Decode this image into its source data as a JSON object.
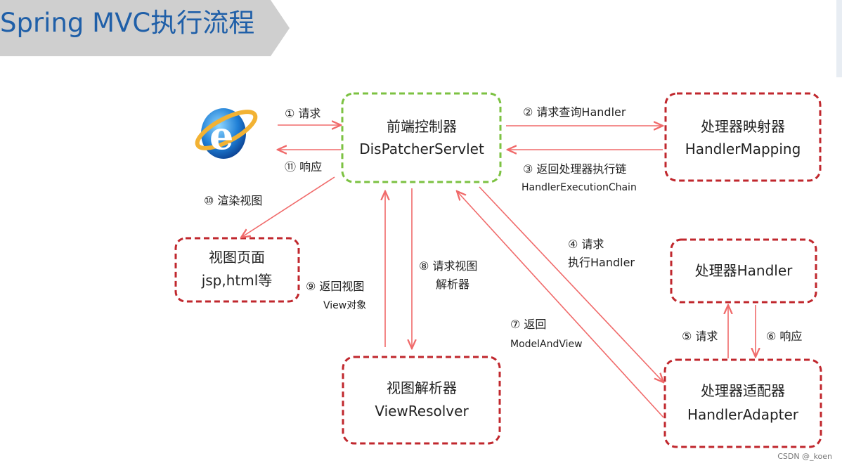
{
  "header": {
    "title": "Spring MVC执行流程"
  },
  "nodes": {
    "dispatcher": {
      "line1": "前端控制器",
      "line2": "DisPatcherServlet"
    },
    "handler_mapping": {
      "line1": "处理器映射器",
      "line2": "HandlerMapping"
    },
    "view_page": {
      "line1": "视图页面",
      "line2": "jsp,html等"
    },
    "handler": {
      "line1": "处理器Handler"
    },
    "view_resolver": {
      "line1": "视图解析器",
      "line2": "ViewResolver"
    },
    "handler_adapter": {
      "line1": "处理器适配器",
      "line2": "HandlerAdapter"
    }
  },
  "edges": {
    "e1": {
      "label": "① 请求"
    },
    "e11": {
      "label": "⑪ 响应"
    },
    "e2": {
      "label": "② 请求查询Handler"
    },
    "e3": {
      "line1": "③ 返回处理器执行链",
      "line2": "HandlerExecutionChain"
    },
    "e10": {
      "label": "⑩ 渲染视图"
    },
    "e4": {
      "line1": "④ 请求",
      "line2": "执行Handler"
    },
    "e8": {
      "line1": "⑧ 请求视图",
      "line2": "解析器"
    },
    "e9": {
      "line1": "⑨ 返回视图",
      "line2": "View对象"
    },
    "e7": {
      "line1": "⑦ 返回",
      "line2": "ModelAndView"
    },
    "e5": {
      "label": "⑤ 请求"
    },
    "e6": {
      "label": "⑥ 响应"
    }
  },
  "watermark": "CSDN @_koen",
  "colors": {
    "title_text": "#1f5fa8",
    "title_band": "#c8c8c8",
    "box_red": "#c0272d",
    "box_green": "#7cc242",
    "arrow": "#f06a6a"
  },
  "icons": {
    "browser": "internet-explorer-icon"
  }
}
